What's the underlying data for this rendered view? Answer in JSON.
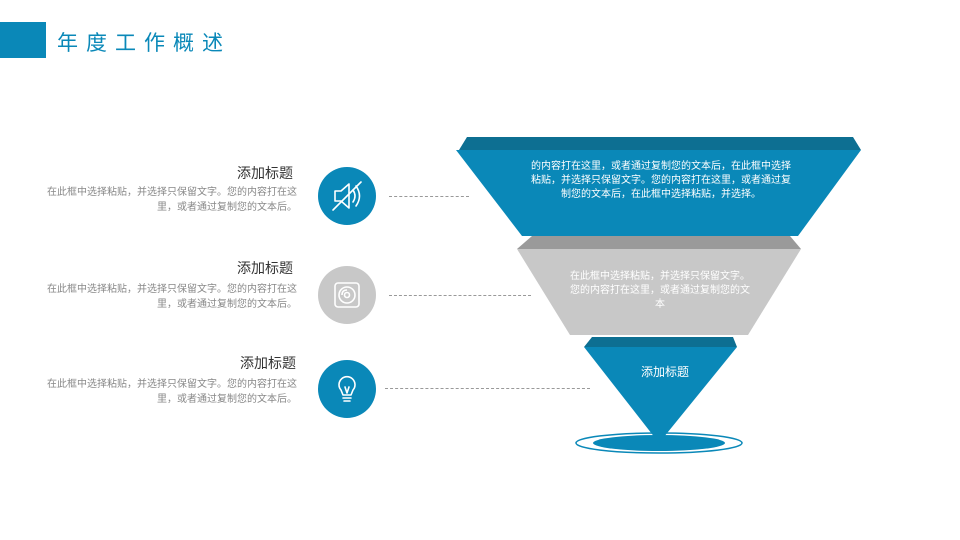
{
  "header": {
    "title": "年度工作概述"
  },
  "items": [
    {
      "title": "添加标题",
      "desc": "在此框中选择粘贴，并选择只保留文字。您的内容打在这里，或者通过复制您的文本后。",
      "icon": "speaker-icon",
      "color": "#0a88b8"
    },
    {
      "title": "添加标题",
      "desc": "在此框中选择粘贴，并选择只保留文字。您的内容打在这里，或者通过复制您的文本后。",
      "icon": "disc-icon",
      "color": "#c8c8c8"
    },
    {
      "title": "添加标题",
      "desc": "在此框中选择粘贴，并选择只保留文字。您的内容打在这里，或者通过复制您的文本后。",
      "icon": "lightbulb-icon",
      "color": "#0a88b8"
    }
  ],
  "funnel": {
    "top_text": "的内容打在这里，或者通过复制您的文本后，在此框中选择粘贴，并选择只保留文字。您的内容打在这里，或者通过复制您的文本后，在此框中选择粘贴，并选择。",
    "middle_text": "在此框中选择粘贴，并选择只保留文字。您的内容打在这里，或者通过复制您的文本",
    "bottom_text": "添加标题"
  },
  "colors": {
    "accent": "#0a88b8",
    "accent_dark": "#0d6f92",
    "gray": "#c8c8c8",
    "gray_dark": "#9a9a9a"
  }
}
